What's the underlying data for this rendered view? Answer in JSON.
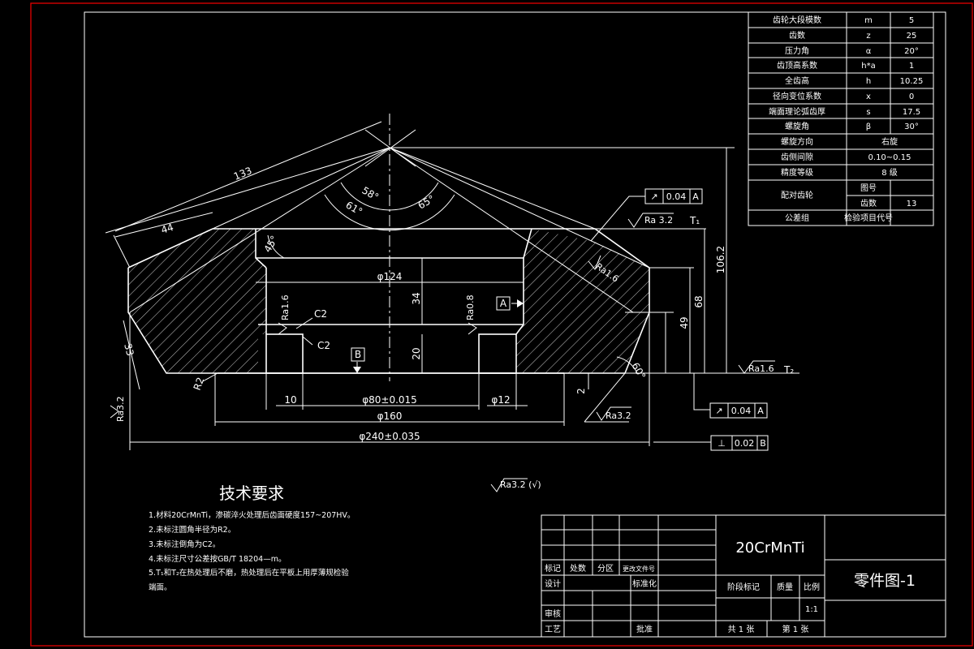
{
  "colors": {
    "background": "#000000",
    "lines": "#ffffff",
    "sheet_border": "#d40000"
  },
  "param_table": {
    "rows": [
      {
        "name": "齿轮大段模数",
        "sym": "m",
        "val": "5"
      },
      {
        "name": "齿数",
        "sym": "z",
        "val": "25"
      },
      {
        "name": "压力角",
        "sym": "α",
        "val": "20°"
      },
      {
        "name": "齿顶高系数",
        "sym": "h*a",
        "val": "1"
      },
      {
        "name": "全齿高",
        "sym": "h",
        "val": "10.25"
      },
      {
        "name": "径向变位系数",
        "sym": "x",
        "val": "0"
      },
      {
        "name": "端面理论弧齿厚",
        "sym": "s",
        "val": "17.5"
      },
      {
        "name": "螺旋角",
        "sym": "β",
        "val": "30°"
      },
      {
        "name": "螺旋方向",
        "val": "右旋"
      },
      {
        "name": "齿侧间隙",
        "val": "0.10~0.15"
      },
      {
        "name": "精度等级",
        "val": "8 级"
      }
    ],
    "mating_gear": {
      "label": "配对齿轮",
      "sub1": "图号",
      "sub2": "齿数",
      "sub2_val": "13"
    },
    "tolerance_group": {
      "label": "公差组",
      "val": "检验项目代号"
    }
  },
  "dimensions": {
    "d133": "133",
    "d44": "44",
    "a58": "58°",
    "a61": "61°",
    "a65": "65°",
    "a45": "45°",
    "a60": "60°",
    "d124": "φ124",
    "d34": "34",
    "d20": "20",
    "d33": "33",
    "d80": "φ80±0.015",
    "d160": "φ160",
    "d240": "φ240±0.035",
    "d10": "10",
    "d12": "φ12",
    "d2": "2",
    "d106": "106.2",
    "d68": "68",
    "d49": "49",
    "c2a": "C2",
    "c2b": "C2",
    "r2": "R2",
    "t1": "T₁",
    "t2": "T₂"
  },
  "roughness": {
    "ra32_top": "Ra 3.2",
    "ra16_cone": "Ra1.6",
    "ra16_bore": "Ra1.6",
    "ra08": "Ra0.8",
    "ra32_left": "Ra3.2",
    "ra16_t2": "Ra1.6",
    "ra32_bot": "Ra3.2",
    "ra32_general": "Ra3.2 (√)"
  },
  "datums": {
    "a": "A",
    "b": "B"
  },
  "tolerance_frames": [
    {
      "sym": "↗",
      "val": "0.04",
      "ref": "A"
    },
    {
      "sym": "↗",
      "val": "0.04",
      "ref": "A"
    },
    {
      "sym": "⊥",
      "val": "0.02",
      "ref": "B"
    }
  ],
  "tech_req": {
    "title": "技术要求",
    "items": [
      "1.材料20CrMnTi，渗碳淬火处理后齿面硬度157~207HV。",
      "2.未标注圆角半径为R2。",
      "3.未标注倒角为C2。",
      "4.未标注尺寸公差按GB/T 18204—m。",
      "5.T₁和T₂在热处理后不磨，热处理后在平板上用厚薄规检验",
      "端面。"
    ]
  },
  "title_block": {
    "material": "20CrMnTi",
    "drawing_name": "零件图-1",
    "mark": "标记",
    "count": "处数",
    "zone": "分区",
    "change_doc": "更改文件号",
    "design": "设计",
    "standard": "标准化",
    "stage": "阶段标记",
    "weight": "质量",
    "scale": "比例",
    "scale_val": "1:1",
    "review": "审核",
    "process": "工艺",
    "approve": "批准",
    "sheets_total": "共 1 张",
    "sheet_no": "第 1 张"
  }
}
